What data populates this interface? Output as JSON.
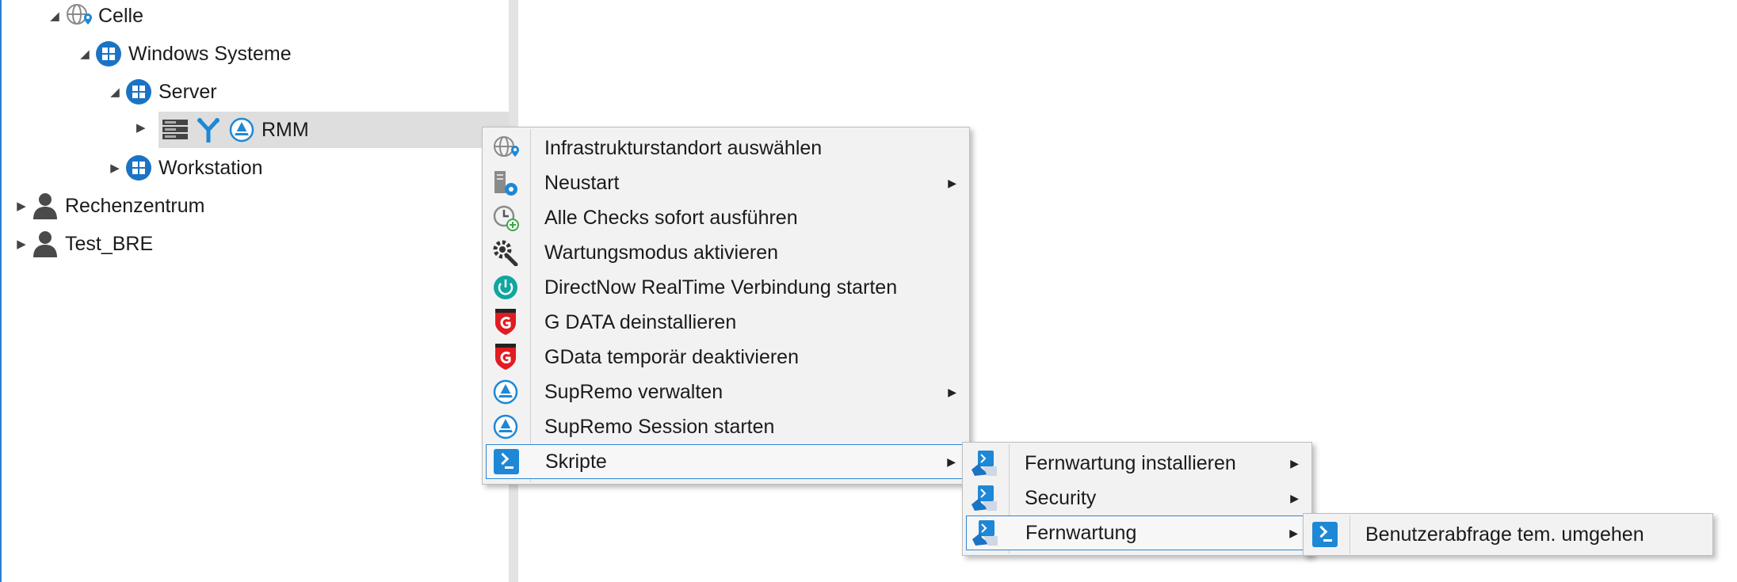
{
  "tree": {
    "nodes": [
      {
        "label": "Celle",
        "icon": "location-globe-icon",
        "expanded": true
      },
      {
        "label": "Windows Systeme",
        "icon": "windows-icon",
        "expanded": true
      },
      {
        "label": "Server",
        "icon": "windows-icon",
        "expanded": true
      },
      {
        "label": "RMM",
        "icon": "server-rack-icon",
        "expanded": false,
        "selected": true
      },
      {
        "label": "Workstation",
        "icon": "windows-icon",
        "expanded": false
      },
      {
        "label": "Rechenzentrum",
        "icon": "user-icon",
        "expanded": false
      },
      {
        "label": "Test_BRE",
        "icon": "user-icon",
        "expanded": false
      }
    ]
  },
  "context_menu": {
    "items": [
      {
        "label": "Infrastrukturstandort auswählen",
        "icon": "location-globe-icon",
        "has_submenu": false
      },
      {
        "label": "Neustart",
        "icon": "server-gear-icon",
        "has_submenu": true
      },
      {
        "label": "Alle Checks sofort ausführen",
        "icon": "clock-add-icon",
        "has_submenu": false
      },
      {
        "label": "Wartungsmodus aktivieren",
        "icon": "wrench-gear-icon",
        "has_submenu": false
      },
      {
        "label": "DirectNow RealTime Verbindung starten",
        "icon": "power-icon",
        "has_submenu": false
      },
      {
        "label": "G DATA deinstallieren",
        "icon": "gdata-shield-icon",
        "has_submenu": false
      },
      {
        "label": "GData temporär deaktivieren",
        "icon": "gdata-shield-icon",
        "has_submenu": false
      },
      {
        "label": "SupRemo verwalten",
        "icon": "supremo-icon",
        "has_submenu": true
      },
      {
        "label": "SupRemo Session starten",
        "icon": "supremo-icon",
        "has_submenu": false
      },
      {
        "label": "Skripte",
        "icon": "powershell-icon",
        "has_submenu": true,
        "highlighted": true
      }
    ]
  },
  "submenu_skripte": {
    "items": [
      {
        "label": "Fernwartung installieren",
        "icon": "script-folder-icon",
        "has_submenu": true
      },
      {
        "label": "Security",
        "icon": "script-folder-icon",
        "has_submenu": true
      },
      {
        "label": "Fernwartung",
        "icon": "script-folder-icon",
        "has_submenu": true,
        "highlighted": true
      }
    ]
  },
  "submenu_fernwartung": {
    "items": [
      {
        "label": "Benutzerabfrage tem. umgehen",
        "icon": "powershell-icon",
        "has_submenu": false
      }
    ]
  },
  "colors": {
    "accent": "#2e86d6",
    "windows_blue": "#1b73c3",
    "menu_bg": "#f2f2f2",
    "selection_bg": "#dedede",
    "gdata_red": "#e11b22",
    "power_teal": "#12a6a0"
  }
}
